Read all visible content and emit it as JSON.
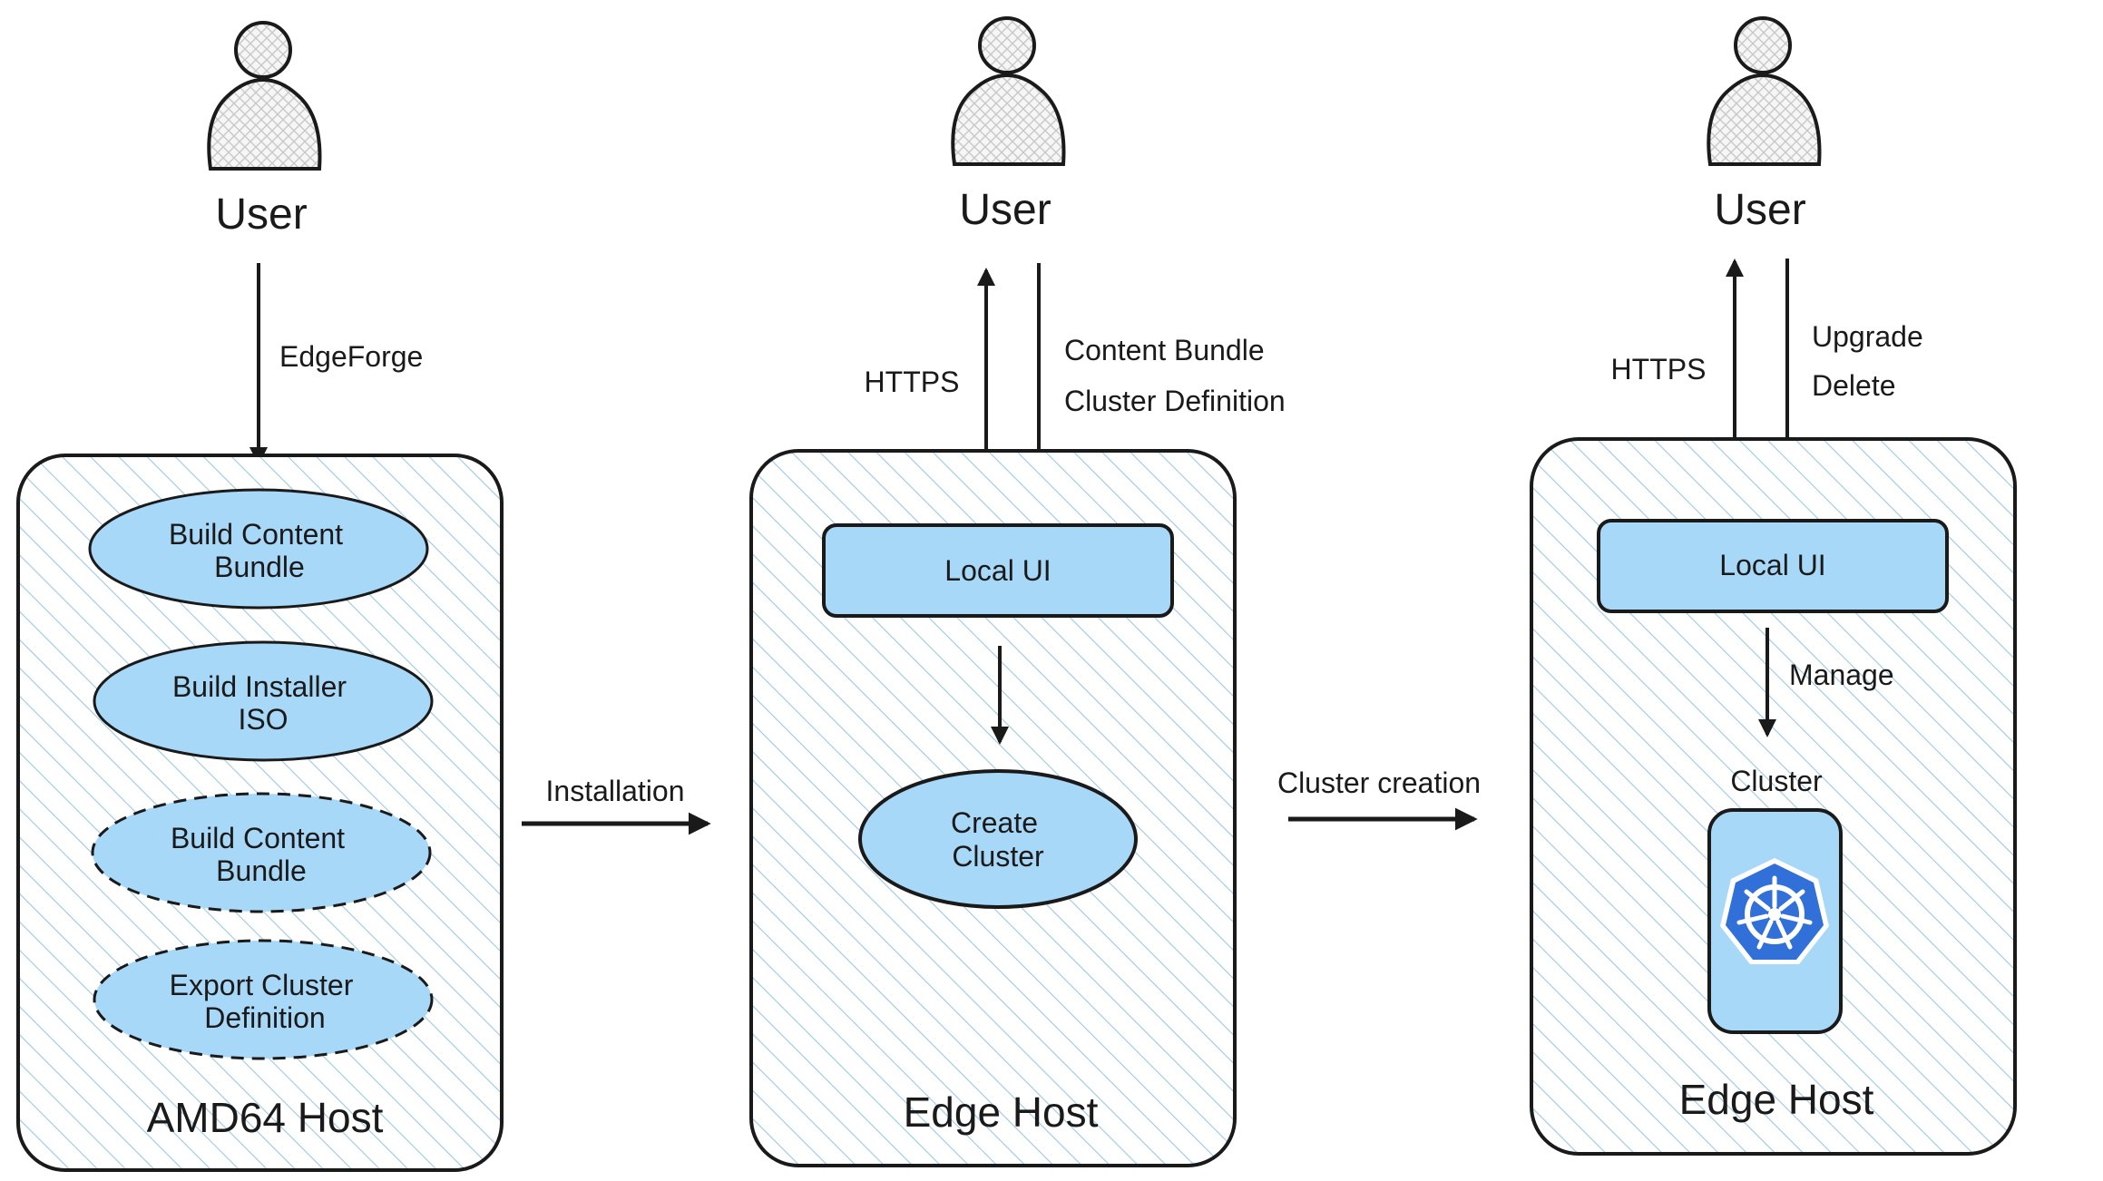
{
  "users": [
    {
      "label": "User"
    },
    {
      "label": "User"
    },
    {
      "label": "User"
    }
  ],
  "panels": [
    {
      "host_label": "AMD64 Host",
      "input_labels": [
        "EdgeForge"
      ],
      "actions": [
        {
          "line1": "Build Content",
          "line2": "Bundle",
          "style": "solid"
        },
        {
          "line1": "Build Installer",
          "line2": "ISO",
          "style": "solid"
        },
        {
          "line1": "Build Content",
          "line2": "Bundle",
          "style": "dashed"
        },
        {
          "line1": "Export Cluster",
          "line2": "Definition",
          "style": "dashed"
        }
      ]
    },
    {
      "host_label": "Edge Host",
      "up_label": "HTTPS",
      "input_labels": [
        "Content Bundle",
        "Cluster Definition"
      ],
      "local_ui": "Local UI",
      "node": {
        "line1": "Create",
        "line2": "Cluster"
      }
    },
    {
      "host_label": "Edge Host",
      "up_label": "HTTPS",
      "input_labels": [
        "Upgrade",
        "Delete"
      ],
      "local_ui": "Local UI",
      "manage_label": "Manage",
      "cluster_label": "Cluster",
      "cluster_icon": "kubernetes-icon"
    }
  ],
  "transitions": [
    {
      "label": "Installation"
    },
    {
      "label": "Cluster creation"
    }
  ],
  "colors": {
    "fill": "#a8d8f8",
    "hatch": "#9cc8e4",
    "stroke": "#1a1a1a",
    "kubernetes": "#3070d8"
  }
}
